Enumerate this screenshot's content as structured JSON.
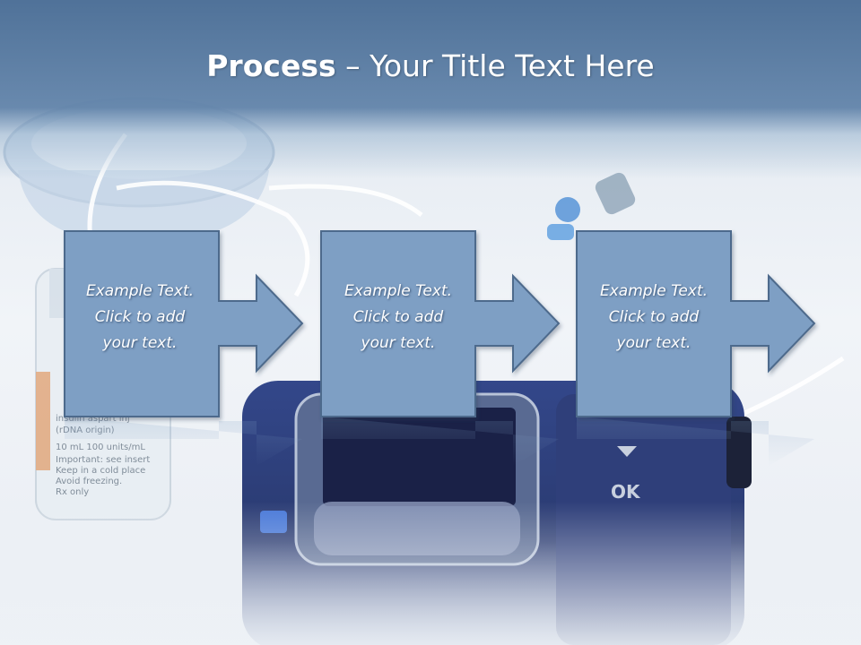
{
  "title": {
    "bold": "Process",
    "rest": " – Your Title Text Here"
  },
  "steps": [
    {
      "text": "Example Text.\nClick  to add\nyour text."
    },
    {
      "text": "Example Text.\nClick  to add\nyour text."
    },
    {
      "text": "Example Text.\nClick  to add\nyour text."
    }
  ],
  "background_photo": {
    "pump_button_label": "OK",
    "vial_label_lines": [
      "insulin aspart inj",
      "(rDNA origin)",
      "10 mL  100 units/mL",
      "Important: see insert",
      "Keep in a cold place",
      "Avoid freezing.",
      "Rx only"
    ]
  },
  "colors": {
    "title_band": "#4b6e96",
    "shape_fill": "#7e9fc4",
    "shape_stroke": "#4e6a8c",
    "pump_body": "#2a3a74"
  }
}
